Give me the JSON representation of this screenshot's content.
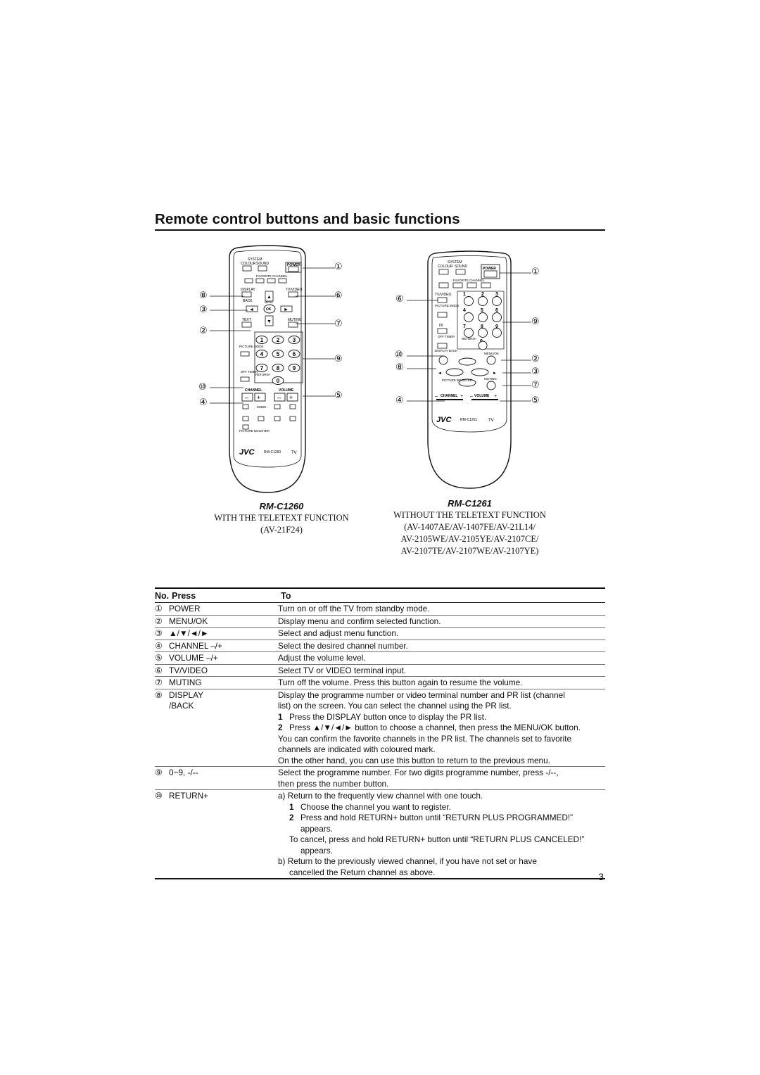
{
  "page_title": "Remote control buttons and basic functions",
  "remote1": {
    "model": "RM-C1260",
    "caption_line1": "WITH THE TELETEXT FUNCTION",
    "caption_line2": "(AV-21F24)",
    "labels": {
      "system": "SYSTEM",
      "colour": "COLOUR",
      "sound": "SOUND",
      "power": "POWER",
      "favorite": "FAVORITE CHANNEL",
      "display": "DISPLAY",
      "tvvideo": "TV/VIDEO",
      "back": "BACK",
      "menu": "MENU",
      "ok": "OK",
      "text": "TEXT",
      "muting": "MUTING",
      "picture_mode": "PICTURE MODE",
      "off_timer": "OFF TIMER",
      "return": "RETURN+",
      "channel": "CHANNEL",
      "volume": "VOLUME",
      "mode": "MODE",
      "picture_booster": "PICTURE BOOSTER",
      "brand": "JVC",
      "model_small": "RM-C1260",
      "tv": "TV"
    },
    "callouts": [
      "①",
      "⑧",
      "⑥",
      "③",
      "⑦",
      "②",
      "⑨",
      "⑩",
      "⑤",
      "④"
    ]
  },
  "remote2": {
    "model": "RM-C1261",
    "caption_line1": "WITHOUT THE TELETEXT FUNCTION",
    "caption_line2": "(AV-1407AE/AV-1407FE/AV-21L14/",
    "caption_line3": "AV-2105WE/AV-2105YE/AV-2107CE/",
    "caption_line4": "AV-2107TE/AV-2107WE/AV-2107YE)",
    "labels": {
      "system": "SYSTEM",
      "colour": "COLOUR",
      "sound": "SOUND",
      "power": "POWER",
      "favorite": "FAVORITE CHANNEL",
      "tvvideo": "TV/VIDEO",
      "picture_mode": "PICTURE MODE",
      "off_timer": "OFF TIMER",
      "return": "RETURN+",
      "display_back": "DISPLAY BACK",
      "menu_ok": "MENU/OK",
      "picture_booster": "PICTURE BOOSTER",
      "muting": "MUTING",
      "channel": "CHANNEL",
      "volume": "VOLUME",
      "brand": "JVC",
      "model_small": "RM-C1261",
      "tv": "TV"
    },
    "callouts": [
      "①",
      "⑥",
      "⑨",
      "⑩",
      "②",
      "⑧",
      "③",
      "⑦",
      "④",
      "⑤"
    ]
  },
  "table": {
    "header": {
      "no": "No.",
      "press": "Press",
      "to": "To"
    },
    "rows": [
      {
        "no": "①",
        "press": "POWER",
        "to": "Turn on or off the TV from standby mode."
      },
      {
        "no": "②",
        "press": "MENU/OK",
        "to": "Display menu and confirm selected function."
      },
      {
        "no": "③",
        "press": "▲/▼/◄/►",
        "to": "Select and adjust menu function."
      },
      {
        "no": "④",
        "press": "CHANNEL –/+",
        "to": "Select the desired channel number."
      },
      {
        "no": "⑤",
        "press": "VOLUME –/+",
        "to": "Adjust the volume level."
      },
      {
        "no": "⑥",
        "press": "TV/VIDEO",
        "to": "Select TV or VIDEO terminal input."
      },
      {
        "no": "⑦",
        "press": "MUTING",
        "to": "Turn off the volume. Press this button again to resume the volume."
      }
    ],
    "row8": {
      "no": "⑧",
      "press1": "DISPLAY",
      "press2": "/BACK",
      "l1": "Display the programme number or video terminal number and PR list (channel",
      "l2": "list) on the screen. You can select the channel using the PR list.",
      "s1n": "1",
      "s1": "Press the DISPLAY button once to display the PR list.",
      "s2n": "2",
      "s2": "Press ▲/▼/◄/► button to choose a channel, then press the MENU/OK button.",
      "l3": "You can confirm the favorite channels in the PR list. The channels set to favorite",
      "l4": "channels are indicated with coloured mark.",
      "l5": "On the other hand, you can use this button to return to the previous menu."
    },
    "row9": {
      "no": "⑨",
      "press": "0~9, -/--",
      "l1": "Select the programme number. For two digits programme number, press -/--,",
      "l2": "then press the number button."
    },
    "row10": {
      "no": "⑩",
      "press": "RETURN+",
      "a": "a) Return to the frequently view channel with one touch.",
      "s1n": "1",
      "s1": "Choose the channel you want to register.",
      "s2n": "2",
      "s2": "Press and hold RETURN+ button until “RETURN PLUS PROGRAMMED!”",
      "s2b": "appears.",
      "c1": "To cancel, press and hold RETURN+ button until “RETURN PLUS CANCELED!”",
      "c2": "appears.",
      "b1": "b) Return to the previously viewed channel, if you have not set or have",
      "b2": "cancelled the Return channel as above."
    }
  },
  "page_number": "3"
}
